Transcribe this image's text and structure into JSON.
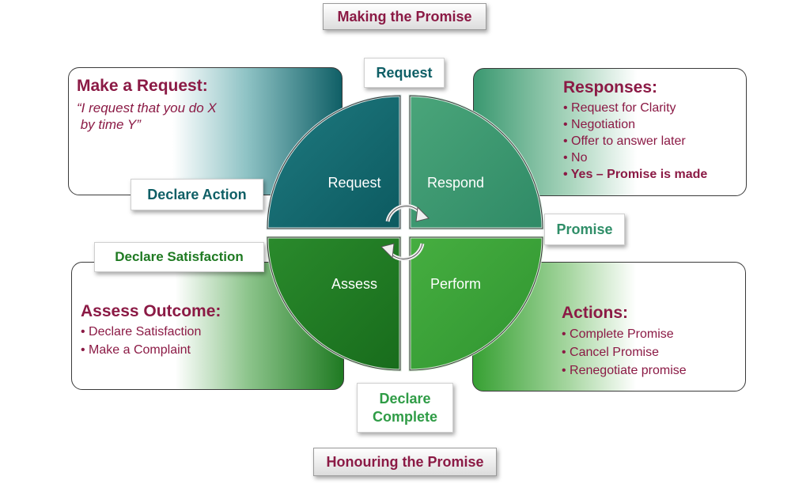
{
  "top_label": "Making the Promise",
  "bottom_label": "Honouring the Promise",
  "tags": {
    "request": "Request",
    "promise": "Promise",
    "declare_complete_line1": "Declare",
    "declare_complete_line2": "Complete",
    "declare_action": "Declare Action",
    "declare_satisfaction": "Declare Satisfaction"
  },
  "quadrants": {
    "request": "Request",
    "respond": "Respond",
    "assess": "Assess",
    "perform": "Perform"
  },
  "make_request": {
    "title": "Make a Request:",
    "quote_line1": "“I request that you do X",
    "quote_line2": " by time Y”"
  },
  "responses": {
    "title": "Responses:",
    "items": [
      "Request for Clarity",
      "Negotiation",
      "Offer to answer later",
      "No",
      "Yes – Promise is made"
    ]
  },
  "assess_outcome": {
    "title": "Assess Outcome:",
    "items": [
      "Declare Satisfaction",
      "Make a Complaint"
    ]
  },
  "actions": {
    "title": "Actions:",
    "items": [
      "Complete Promise",
      "Cancel Promise",
      "Renegotiate promise"
    ]
  },
  "colors": {
    "maroon": "#8b1a45",
    "teal_dark": "#0f5f66",
    "teal_green": "#3a9870",
    "green_dark": "#1f7a22",
    "green_mid": "#36a032"
  },
  "icons": [
    "cycle-arrow-icon"
  ]
}
